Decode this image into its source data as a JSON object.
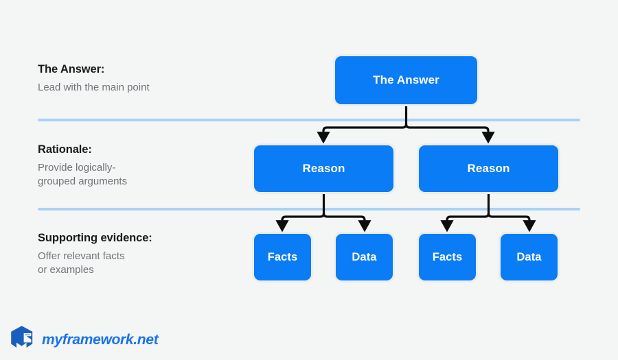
{
  "page": {
    "background_color": "#f4f5f5",
    "node_color": "#0a7cf5",
    "divider_color": "#aad2f7",
    "brand_color": "#1a73e8",
    "connector_color": "#0d0d0d"
  },
  "rows": [
    {
      "title": "The Answer:",
      "description": "Lead with the main point"
    },
    {
      "title": "Rationale:",
      "description": "Provide logically-\ngrouped arguments"
    },
    {
      "title": "Supporting evidence:",
      "description": "Offer relevant facts\nor examples"
    }
  ],
  "nodes": {
    "answer": "The Answer",
    "reason_left": "Reason",
    "reason_right": "Reason",
    "leaf_facts_left": "Facts",
    "leaf_data_left": "Data",
    "leaf_facts_right": "Facts",
    "leaf_data_right": "Data"
  },
  "brand": {
    "name": "myframework.net",
    "logo": "hexagon-cube-logo"
  }
}
